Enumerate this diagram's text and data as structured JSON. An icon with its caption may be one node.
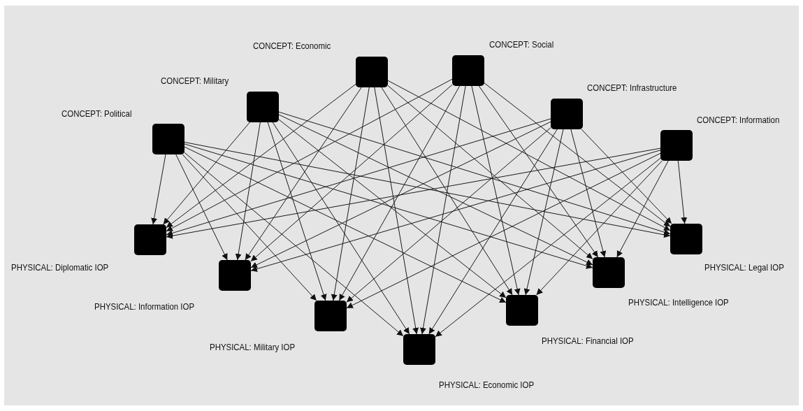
{
  "diagram": {
    "nodes": [
      {
        "text": [],
        "shape": "box",
        "beside": [
          "CONCEPT: Political"
        ]
      },
      {
        "text": [],
        "shape": "box",
        "beside": [
          "CONCEPT: Military"
        ]
      },
      {
        "text": [],
        "shape": "box",
        "beside": [
          "CONCEPT: Economic"
        ]
      },
      {
        "text": [],
        "shape": "box",
        "beside": [
          "CONCEPT: Social"
        ]
      },
      {
        "text": [],
        "shape": "box",
        "beside": [
          "CONCEPT: Infrastructure"
        ]
      },
      {
        "text": [],
        "shape": "box",
        "beside": [
          "CONCEPT: Information"
        ]
      },
      {
        "text": [],
        "shape": "box",
        "beside": [
          "PHYSICAL: Diplomatic IOP"
        ]
      },
      {
        "text": [],
        "shape": "box",
        "beside": [
          "PHYSICAL: Information IOP"
        ]
      },
      {
        "text": [],
        "shape": "box",
        "beside": [
          "PHYSICAL: Military IOP"
        ]
      },
      {
        "text": [],
        "shape": "box",
        "beside": [
          "PHYSICAL: Economic IOP"
        ]
      },
      {
        "text": [],
        "shape": "box",
        "beside": [
          "PHYSICAL: Financial IOP"
        ]
      },
      {
        "text": [],
        "shape": "box",
        "beside": [
          "PHYSICAL: Intelligence IOP"
        ]
      },
      {
        "text": [],
        "shape": "box",
        "beside": [
          "PHYSICAL: Legal IOP"
        ]
      }
    ],
    "edges": [
      {
        "from": 0,
        "to": 6,
        "arrow": "to"
      },
      {
        "from": 0,
        "to": 7,
        "arrow": "to"
      },
      {
        "from": 0,
        "to": 8,
        "arrow": "to"
      },
      {
        "from": 0,
        "to": 9,
        "arrow": "to"
      },
      {
        "from": 0,
        "to": 10,
        "arrow": "to"
      },
      {
        "from": 0,
        "to": 11,
        "arrow": "to"
      },
      {
        "from": 0,
        "to": 12,
        "arrow": "to"
      },
      {
        "from": 1,
        "to": 6,
        "arrow": "to"
      },
      {
        "from": 1,
        "to": 7,
        "arrow": "to"
      },
      {
        "from": 1,
        "to": 8,
        "arrow": "to"
      },
      {
        "from": 1,
        "to": 9,
        "arrow": "to"
      },
      {
        "from": 1,
        "to": 10,
        "arrow": "to"
      },
      {
        "from": 1,
        "to": 11,
        "arrow": "to"
      },
      {
        "from": 1,
        "to": 12,
        "arrow": "to"
      },
      {
        "from": 2,
        "to": 6,
        "arrow": "to"
      },
      {
        "from": 2,
        "to": 7,
        "arrow": "to"
      },
      {
        "from": 2,
        "to": 8,
        "arrow": "to"
      },
      {
        "from": 2,
        "to": 9,
        "arrow": "to"
      },
      {
        "from": 2,
        "to": 10,
        "arrow": "to"
      },
      {
        "from": 2,
        "to": 11,
        "arrow": "to"
      },
      {
        "from": 2,
        "to": 12,
        "arrow": "to"
      },
      {
        "from": 3,
        "to": 6,
        "arrow": "to"
      },
      {
        "from": 3,
        "to": 7,
        "arrow": "to"
      },
      {
        "from": 3,
        "to": 8,
        "arrow": "to"
      },
      {
        "from": 3,
        "to": 9,
        "arrow": "to"
      },
      {
        "from": 3,
        "to": 10,
        "arrow": "to"
      },
      {
        "from": 3,
        "to": 11,
        "arrow": "to"
      },
      {
        "from": 3,
        "to": 12,
        "arrow": "to"
      },
      {
        "from": 4,
        "to": 6,
        "arrow": "to"
      },
      {
        "from": 4,
        "to": 7,
        "arrow": "to"
      },
      {
        "from": 4,
        "to": 8,
        "arrow": "to"
      },
      {
        "from": 4,
        "to": 9,
        "arrow": "to"
      },
      {
        "from": 4,
        "to": 10,
        "arrow": "to"
      },
      {
        "from": 4,
        "to": 11,
        "arrow": "to"
      },
      {
        "from": 4,
        "to": 12,
        "arrow": "to"
      },
      {
        "from": 5,
        "to": 6,
        "arrow": "to"
      },
      {
        "from": 5,
        "to": 7,
        "arrow": "to"
      },
      {
        "from": 5,
        "to": 8,
        "arrow": "to"
      },
      {
        "from": 5,
        "to": 9,
        "arrow": "to"
      },
      {
        "from": 5,
        "to": 10,
        "arrow": "to"
      },
      {
        "from": 5,
        "to": 11,
        "arrow": "to"
      },
      {
        "from": 5,
        "to": 12,
        "arrow": "to"
      }
    ]
  }
}
